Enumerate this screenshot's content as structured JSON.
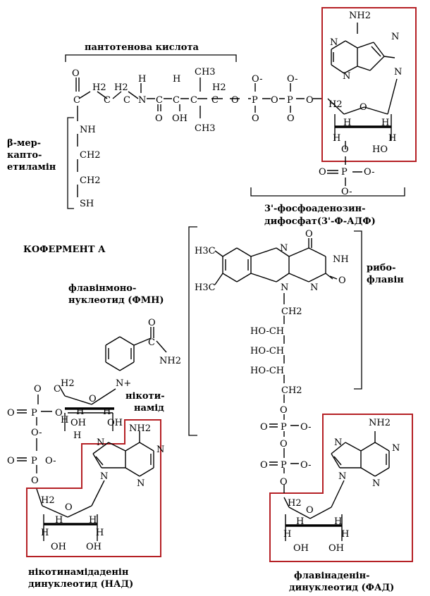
{
  "labels": {
    "pantothenic": "пантотенова кислота",
    "mercapto_1": "β-мер-",
    "mercapto_2": "капто-",
    "mercapto_3": "етиламін",
    "coenzyme_a": "КОФЕРМЕНТ А",
    "fadp_1": "3'-фосфоаденозин-",
    "fadp_2": "дифосфат(3'-Ф-АДФ)",
    "fmn_1": "флавінмоно-",
    "fmn_2": "нуклеотид (ФМН)",
    "riboflavin_1": "рибо-",
    "riboflavin_2": "флавін",
    "nicotinamide_1": "нікоти-",
    "nicotinamide_2": "намід",
    "nad_1": "нікотинамідаденін",
    "nad_2": "динуклеотид (НАД)",
    "fad_1": "флавінаденін-",
    "fad_2": "динуклеотид (ФАД)"
  },
  "atoms": {
    "NH2": "NH2",
    "N": "N",
    "O": "O",
    "Ominus": "O-",
    "P": "P",
    "H": "H",
    "H2": "H2",
    "C": "C",
    "CH2": "CH2",
    "CH3": "CH3",
    "OH": "OH",
    "HO": "HO",
    "NH": "NH",
    "SH": "SH",
    "H3C": "H3C",
    "HOCH": "HO-CH",
    "Nplus": "N+"
  },
  "colors": {
    "highlight_box": "#b52025",
    "ink": "#000000"
  }
}
